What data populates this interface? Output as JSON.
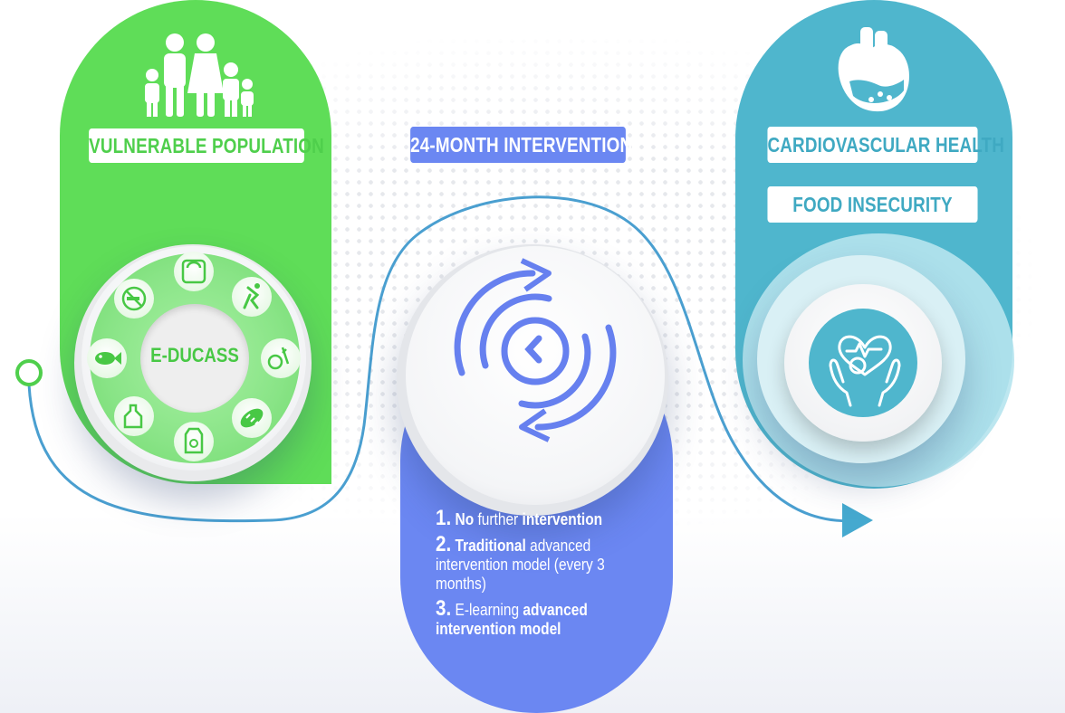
{
  "labels": {
    "left": "VULNERABLE POPULATION",
    "center": "24-MONTH INTERVENTION",
    "right_top": "CARDIOVASCULAR HEALTH",
    "right_bottom": "FOOD INSECURITY",
    "hub": "E-DUCASS"
  },
  "options": [
    {
      "num": "1.",
      "parts": [
        {
          "text": "No",
          "bold": true
        },
        {
          "text": " further ",
          "bold": false
        },
        {
          "text": "intervention",
          "bold": true
        }
      ]
    },
    {
      "num": "2.",
      "parts": [
        {
          "text": "Traditional",
          "bold": true
        },
        {
          "text": " advanced intervention model (every 3 months)",
          "bold": false
        }
      ]
    },
    {
      "num": "3.",
      "parts": [
        {
          "text": " E-learning ",
          "bold": false
        },
        {
          "text": "advanced intervention model",
          "bold": true
        }
      ]
    }
  ],
  "hub_icons": [
    "scale-icon",
    "running-icon",
    "vegetables-icon",
    "bread-icon",
    "milk-carton-icon",
    "oil-bottle-icon",
    "fish-icon",
    "no-smoking-icon"
  ],
  "colors": {
    "green": "#5fdd58",
    "teal": "#4fb6cd",
    "blue": "#6b87f2",
    "icon_green": "#48c845",
    "icon_blue": "#6680ef",
    "icon_teal": "#3fa9c2"
  }
}
